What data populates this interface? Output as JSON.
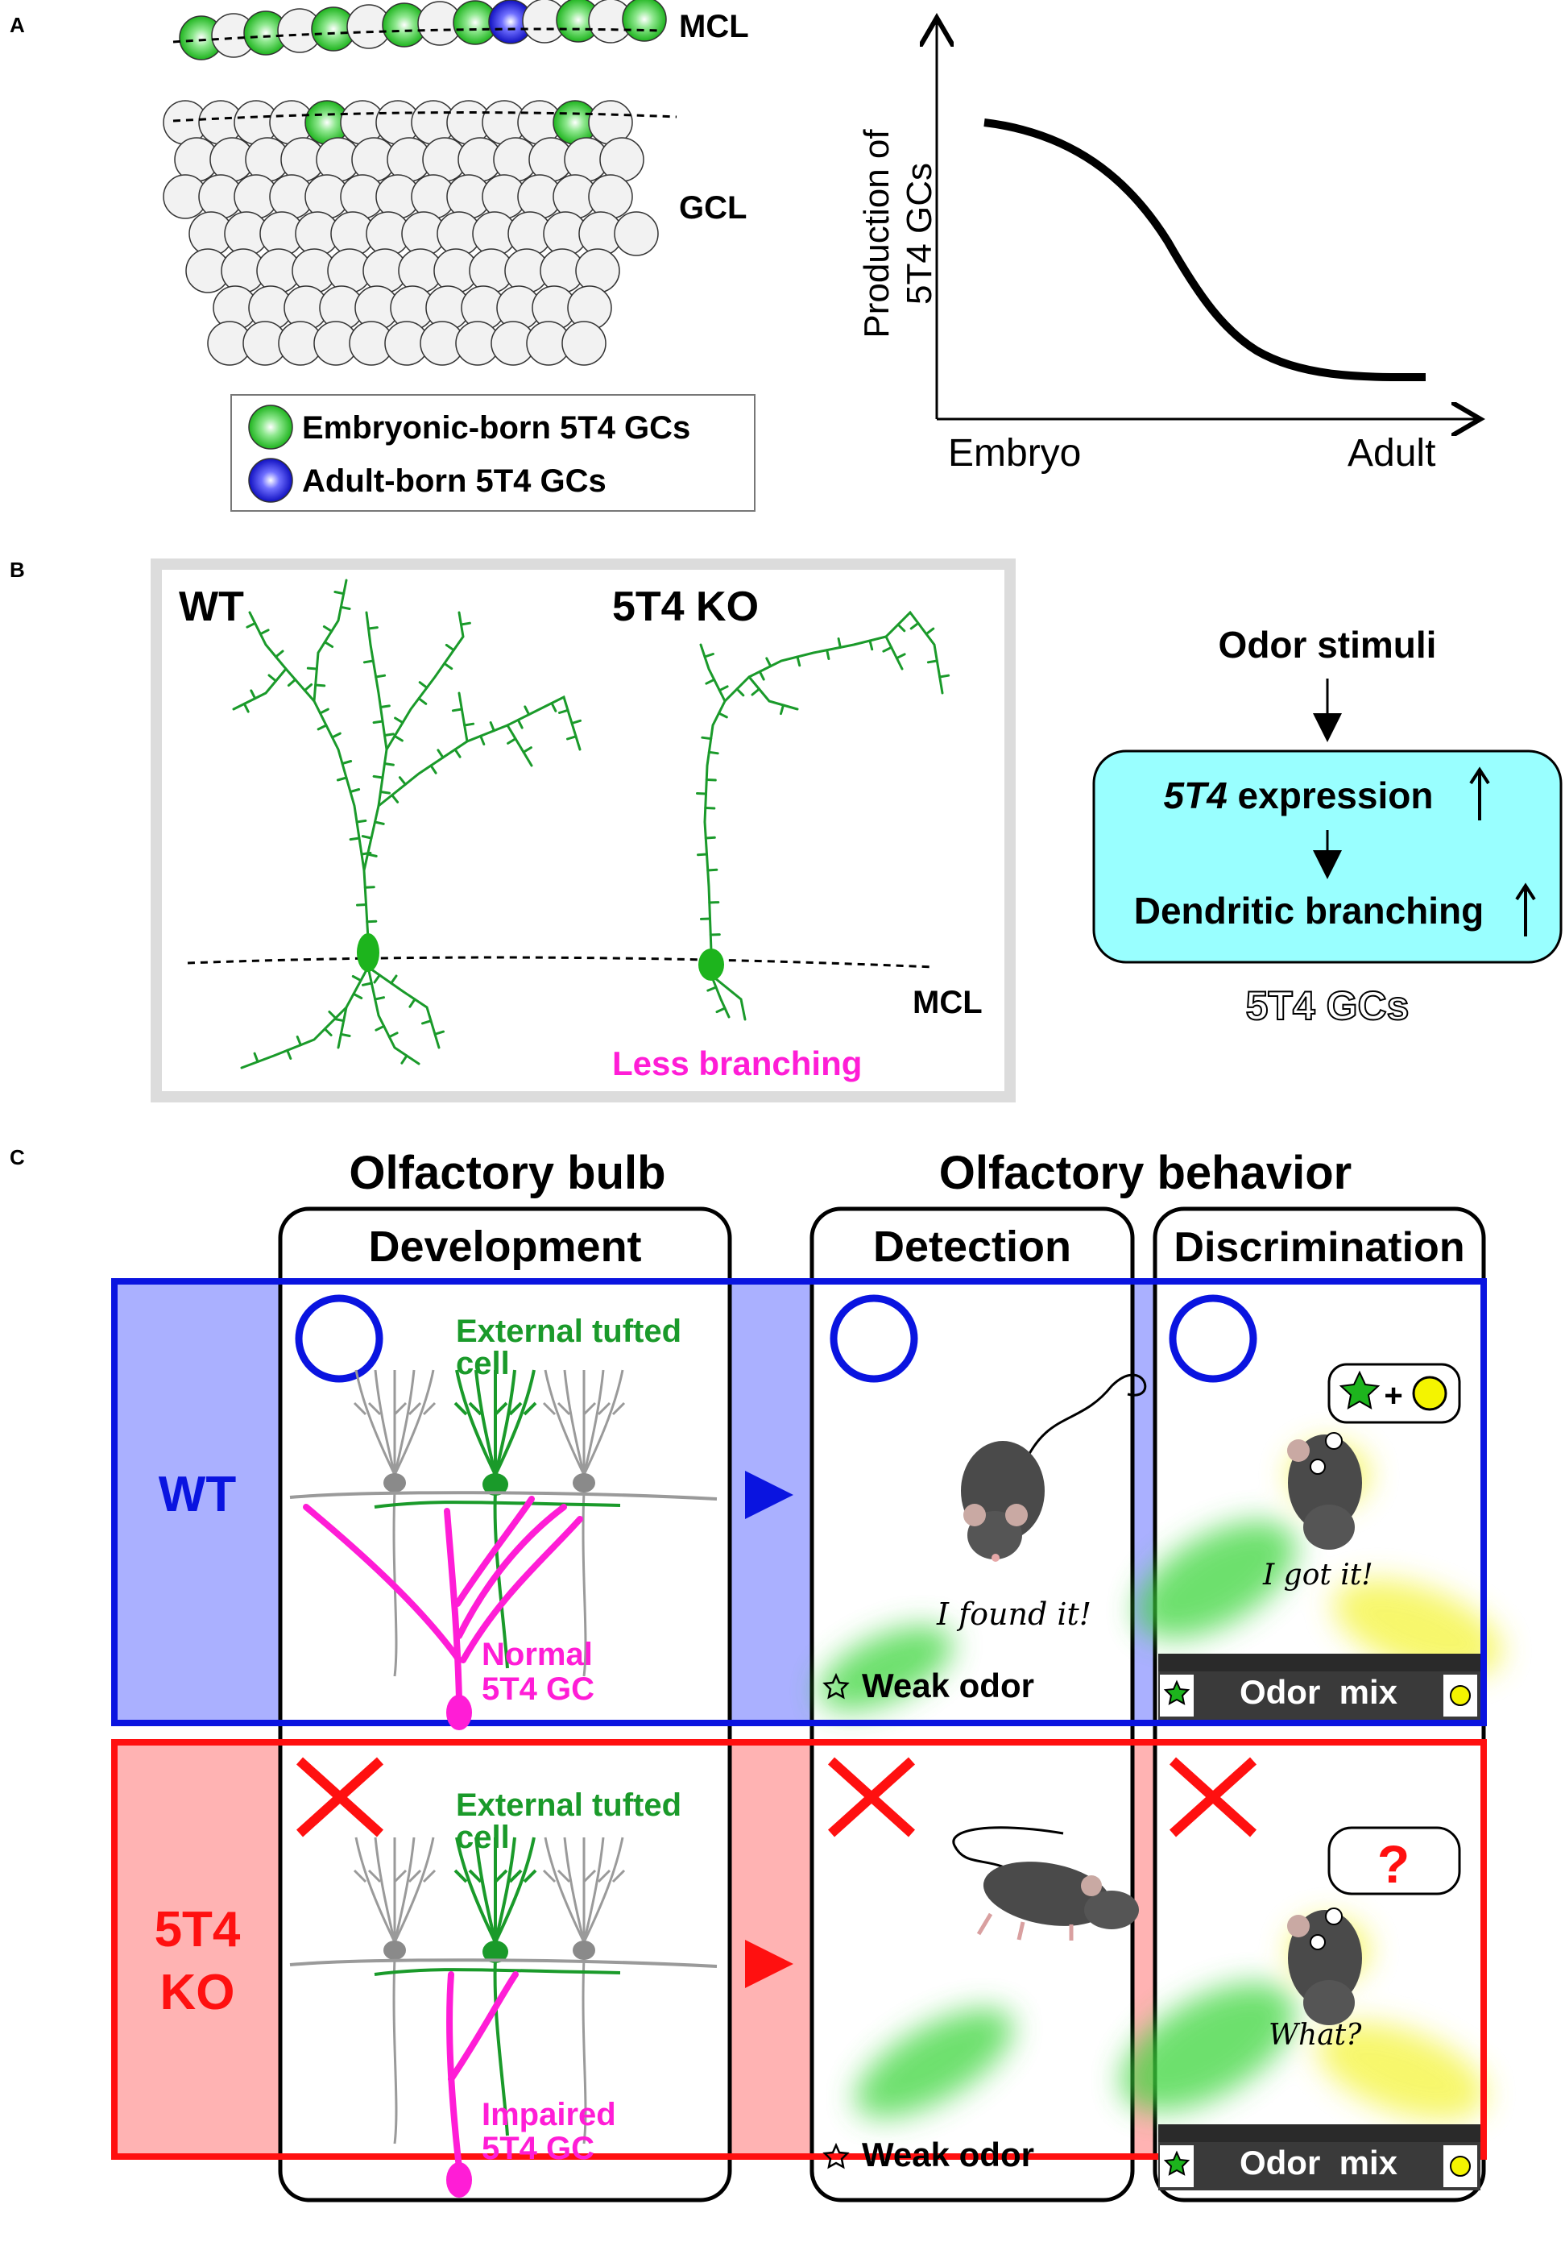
{
  "panels": {
    "a": "A",
    "b": "B",
    "c": "C"
  },
  "panel_a": {
    "mcl_label": "MCL",
    "gcl_label": "GCL",
    "legend": {
      "embryonic": "Embryonic-born 5T4 GCs",
      "adult": "Adult-born 5T4 GCs"
    },
    "graph": {
      "ylabel_line1": "Production of",
      "ylabel_line2": "5T4 GCs",
      "x_start": "Embryo",
      "x_end": "Adult"
    }
  },
  "panel_b": {
    "wt_label": "WT",
    "ko_label": "5T4 KO",
    "mcl_label": "MCL",
    "less_branching": "Less branching",
    "flow": {
      "stimulus": "Odor stimuli",
      "expression_gene": "5T4",
      "expression_rest": " expression",
      "branching": "Dendritic branching",
      "cell_type": "5T4 GCs"
    }
  },
  "panel_c": {
    "header_bulb": "Olfactory bulb",
    "header_behavior": "Olfactory behavior",
    "col_development": "Development",
    "col_detection": "Detection",
    "col_discrimination": "Discrimination",
    "row_wt": "WT",
    "row_ko_line1": "5T4",
    "row_ko_line2": "KO",
    "etc_line1": "External tufted",
    "etc_line2": "cell",
    "normal_line1": "Normal",
    "normal_line2": "5T4 GC",
    "impaired_line1": "Impaired",
    "impaired_line2": "5T4 GC",
    "weak_odor": "Weak odor",
    "odor_mix": "Odor  mix",
    "found_it": "I found it!",
    "got_it": "I got it!",
    "what": "What?",
    "question": "?",
    "plus": "+"
  },
  "colors": {
    "green": "#1a9a2a",
    "magenta": "#ff1dd6",
    "blue": "#0a14e0",
    "red": "#ff1010",
    "wt_fill": "#aab0ff",
    "ko_fill": "#ffb3b3",
    "cyan_box": "#99ffff"
  }
}
